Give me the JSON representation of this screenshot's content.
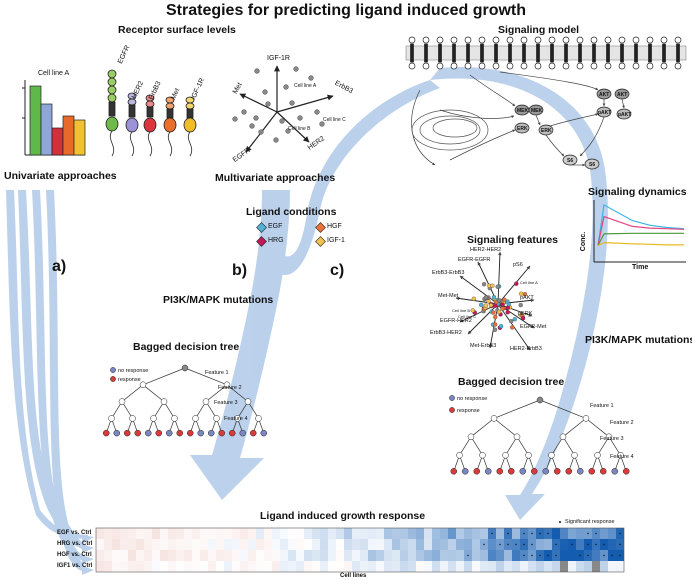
{
  "title": "Strategies for predicting ligand induced growth",
  "receptor_surface_levels": "Receptor surface levels",
  "cell_line_a": "Cell line A",
  "receptors": [
    "EGFR",
    "HER2",
    "ErbB3",
    "Met",
    "IGF-1R"
  ],
  "univariate": "Univariate approaches",
  "multivariate": "Multivariate approaches",
  "pca": {
    "axes": [
      "IGF-1R",
      "ErbB3",
      "HER2",
      "EGFR",
      "Met"
    ],
    "points": [
      "Cell line A",
      "Cell line B",
      "Cell line C"
    ]
  },
  "signaling_model": "Signaling model",
  "model_nodes": [
    "MEK",
    "MEK",
    "ERK",
    "ERK",
    "AKT",
    "AKT",
    "S6",
    "S6",
    "pAKT",
    "pAKT"
  ],
  "ligand_conditions": {
    "title": "Ligand conditions",
    "items": [
      {
        "label": "EGF",
        "color": "#4fb3d9"
      },
      {
        "label": "HGF",
        "color": "#e8743b"
      },
      {
        "label": "HRG",
        "color": "#c2185b"
      },
      {
        "label": "IGF-1",
        "color": "#f2c14e"
      }
    ]
  },
  "signaling_dynamics": {
    "title": "Signaling dynamics",
    "ylabel": "Conc.",
    "xlabel": "Time",
    "series": [
      {
        "color": "#39b6e8",
        "values": [
          0.25,
          0.95,
          0.68,
          0.6,
          0.56,
          0.54
        ]
      },
      {
        "color": "#e8437c",
        "values": [
          0.25,
          0.75,
          0.58,
          0.55,
          0.54,
          0.53
        ]
      },
      {
        "color": "#4a9a3a",
        "values": [
          0.25,
          0.45,
          0.46,
          0.46,
          0.46,
          0.46
        ]
      },
      {
        "color": "#e8b820",
        "values": [
          0.25,
          0.3,
          0.28,
          0.27,
          0.26,
          0.26
        ]
      }
    ]
  },
  "signaling_features": {
    "title": "Signaling features",
    "labels": [
      "HER2-HER2",
      "EGFR-EGFR",
      "pS6",
      "ErbB3-ErbB3",
      "Met-Met",
      "pAKT",
      "pERK",
      "EGFR-HER2",
      "EGFR-Met",
      "ErbB3-HER2",
      "HER2-ErbB3",
      "Met-ErbB3"
    ],
    "points": [
      "Cell line A",
      "Cell line B",
      "Cell line C"
    ]
  },
  "mutations_left": "PI3K/MAPK mutations",
  "mutations_right": "PI3K/MAPK mutations",
  "tree_left": {
    "title": "Bagged decision tree",
    "legend": [
      "no response",
      "response"
    ],
    "features": [
      "Feature 1",
      "Feature 2",
      "Feature 3",
      "Feature 4"
    ]
  },
  "tree_right": {
    "title": "Bagged decision tree",
    "legend": [
      "no response",
      "response"
    ],
    "features": [
      "Feature 1",
      "Feature 2",
      "Feature 3",
      "Feature 4"
    ]
  },
  "arrows": [
    "a)",
    "b)",
    "c)"
  ],
  "growth": {
    "title": "Ligand induced growth response",
    "legend": "Significant response",
    "rows": [
      "EGF vs. Ctrl",
      "HRG vs. Ctrl",
      "HGF vs. Ctrl",
      "IGF1 vs. Ctrl"
    ],
    "xlabel": "Cell lines"
  },
  "colors": {
    "arrow": "#b8cfea",
    "no_response": "#7b86c2",
    "response": "#d93a3a"
  }
}
